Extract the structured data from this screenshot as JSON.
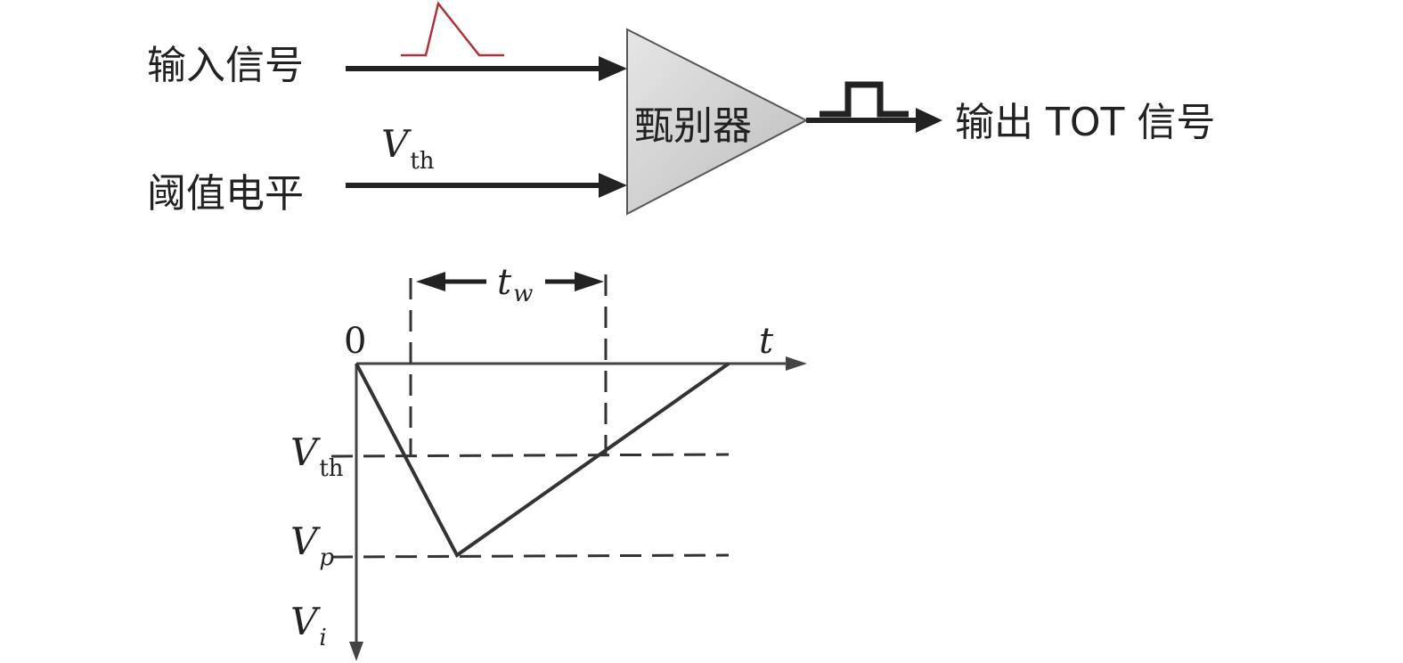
{
  "block": {
    "input_label": "输入信号",
    "threshold_label": "阈值电平",
    "threshold_symbol": "V",
    "threshold_subscript": "th",
    "comparator_label": "甄别器",
    "output_label": "输出 TOT 信号",
    "pulse_color": "#b0303a"
  },
  "waveform": {
    "origin_label": "0",
    "t_axis_label": "t",
    "width_symbol": "t",
    "width_subscript": "w",
    "vth_symbol": "V",
    "vth_subscript": "th",
    "vp_symbol": "V",
    "vp_subscript": "p",
    "vi_symbol": "V",
    "vi_subscript": "i"
  }
}
